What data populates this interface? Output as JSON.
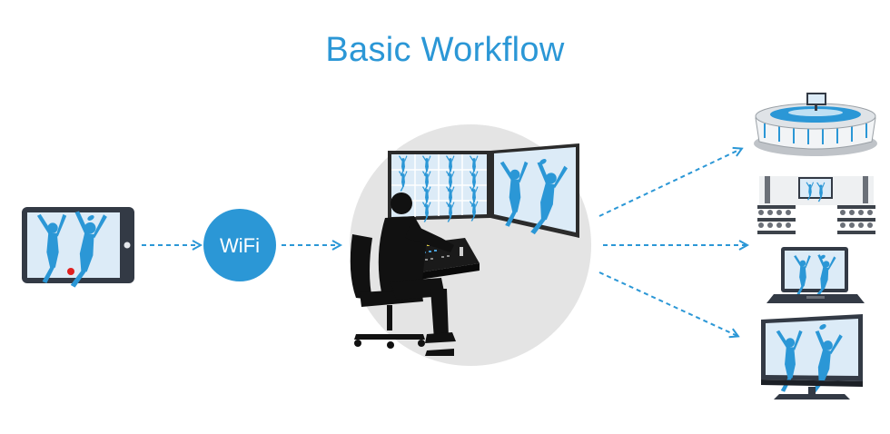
{
  "title": "Basic Workflow",
  "wifi_label": "WiFi",
  "colors": {
    "accent": "#2b97d6",
    "screen_light": "#dcebf7",
    "silhouette": "#111111",
    "device_frame": "#333a45",
    "record_dot": "#e02020",
    "backdrop_circle": "#e4e4e4"
  },
  "nodes": {
    "source": "tablet-camera-icon",
    "link": "wifi-circle",
    "studio": "operator-at-switcher",
    "outputs": [
      "stadium-icon",
      "conference-room-icon",
      "laptop-icon",
      "tv-monitor-icon"
    ]
  }
}
